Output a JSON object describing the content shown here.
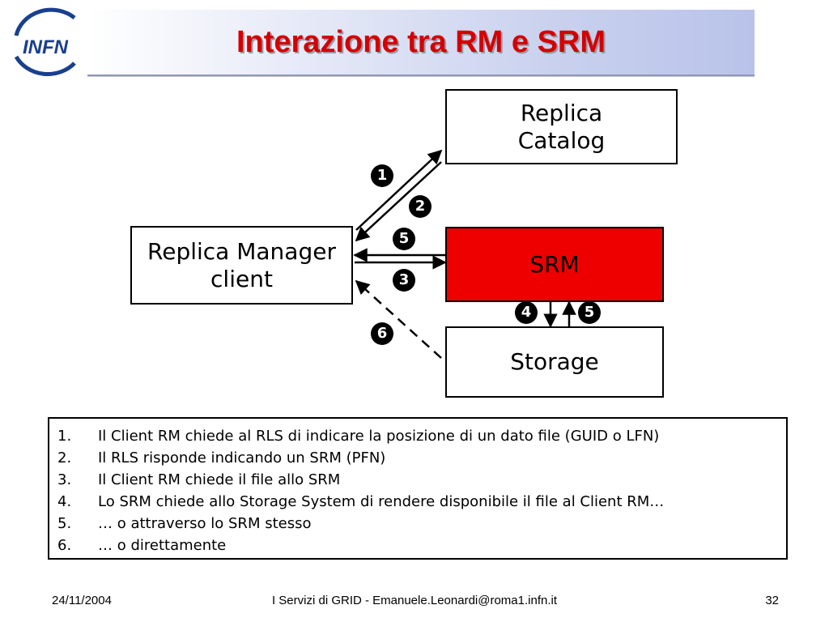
{
  "logo": {
    "text": "INFN",
    "color": "#1a3f8f"
  },
  "title": "Interazione tra RM e SRM",
  "title_color": "#d40000",
  "srm_color": "#ee0000",
  "boxes": {
    "catalog": [
      "Replica",
      "Catalog"
    ],
    "rm": [
      "Replica Manager",
      "client"
    ],
    "srm": "SRM",
    "storage": "Storage"
  },
  "step_markers": {
    "m1": "1",
    "m2": "2",
    "m5a": "5",
    "m3": "3",
    "m4": "4",
    "m5b": "5",
    "m6": "6"
  },
  "steps": [
    {
      "num": "1.",
      "text": "Il Client RM chiede al RLS di indicare la posizione di un dato file (GUID o LFN)"
    },
    {
      "num": "2.",
      "text": "Il RLS risponde indicando un SRM (PFN)"
    },
    {
      "num": "3.",
      "text": "Il Client RM chiede il file allo SRM"
    },
    {
      "num": "4.",
      "text": "Lo SRM chiede allo Storage System di rendere disponibile il file al Client RM…"
    },
    {
      "num": "5.",
      "text": "… o attraverso lo SRM stesso"
    },
    {
      "num": "6.",
      "text": "… o direttamente"
    }
  ],
  "footer": {
    "date": "24/11/2004",
    "center": "I Servizi di GRID - Emanuele.Leonardi@roma1.infn.it",
    "page": "32"
  }
}
